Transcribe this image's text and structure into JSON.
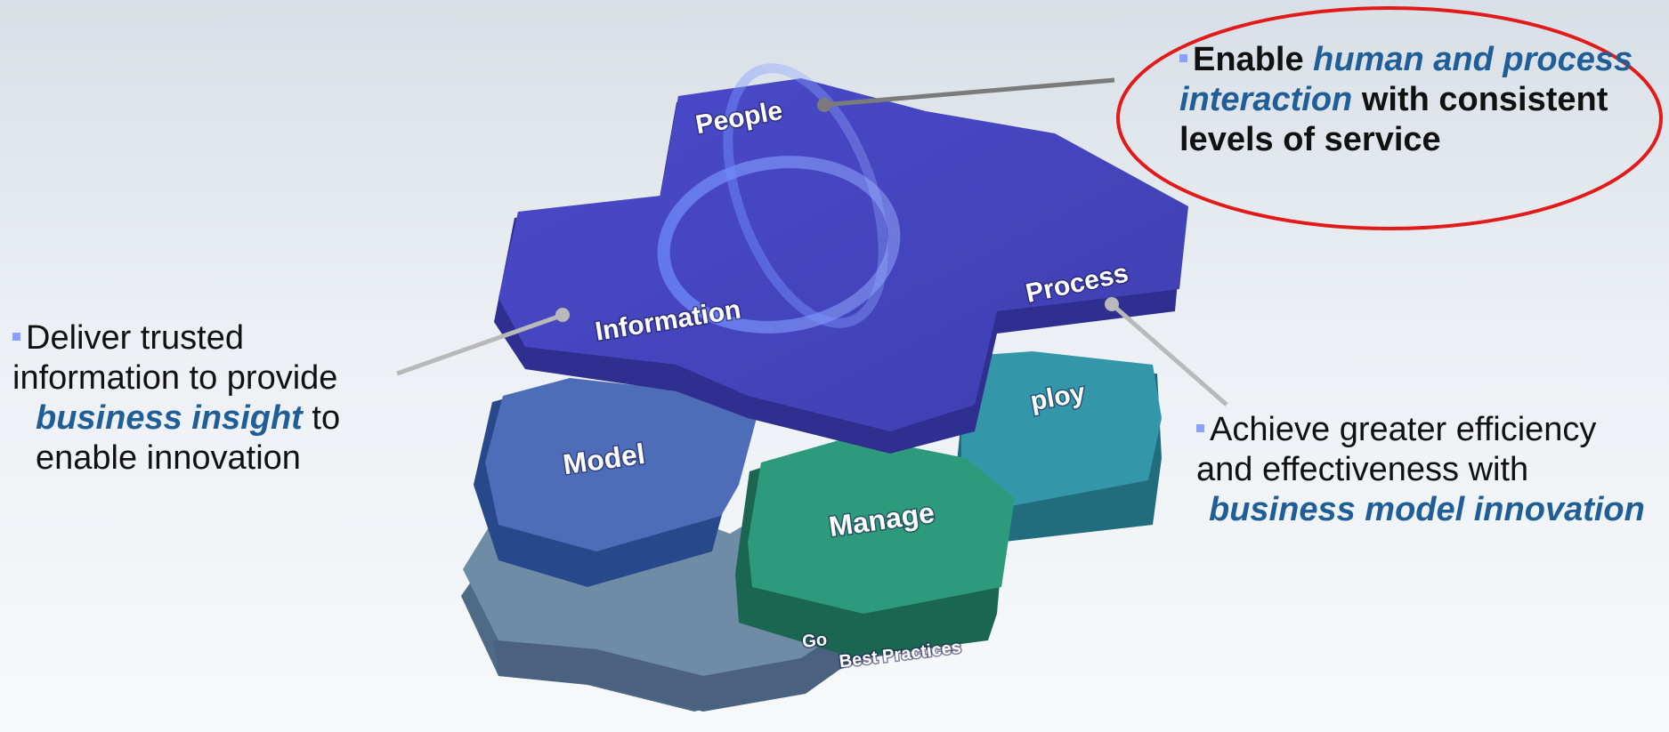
{
  "diagram": {
    "top_hexes": [
      "People",
      "Information",
      "Process"
    ],
    "lower_hexes": [
      "Model",
      "Manage",
      "ploy",
      "Go",
      "Best Practices"
    ]
  },
  "callouts": {
    "left": {
      "pre": "Deliver trusted information to provide",
      "highlight": "business insight",
      "post": "to enable innovation"
    },
    "right": {
      "pre": "Achieve greater efficiency and effectiveness with",
      "highlight": "business model innovation"
    },
    "top": {
      "pre": "Enable",
      "highlight": "human and process interaction",
      "post": "with consistent levels of service"
    }
  },
  "colors": {
    "top_hex": "#4747c2",
    "model_hex": "#4d6db8",
    "manage_hex": "#2e9a7c",
    "deploy_hex": "#3396a9",
    "base_layer": "#6f8ca6",
    "highlight_text": "#1f5e96",
    "emphasis_ellipse": "#e11a1a",
    "bullet": "#8aa0ff"
  }
}
